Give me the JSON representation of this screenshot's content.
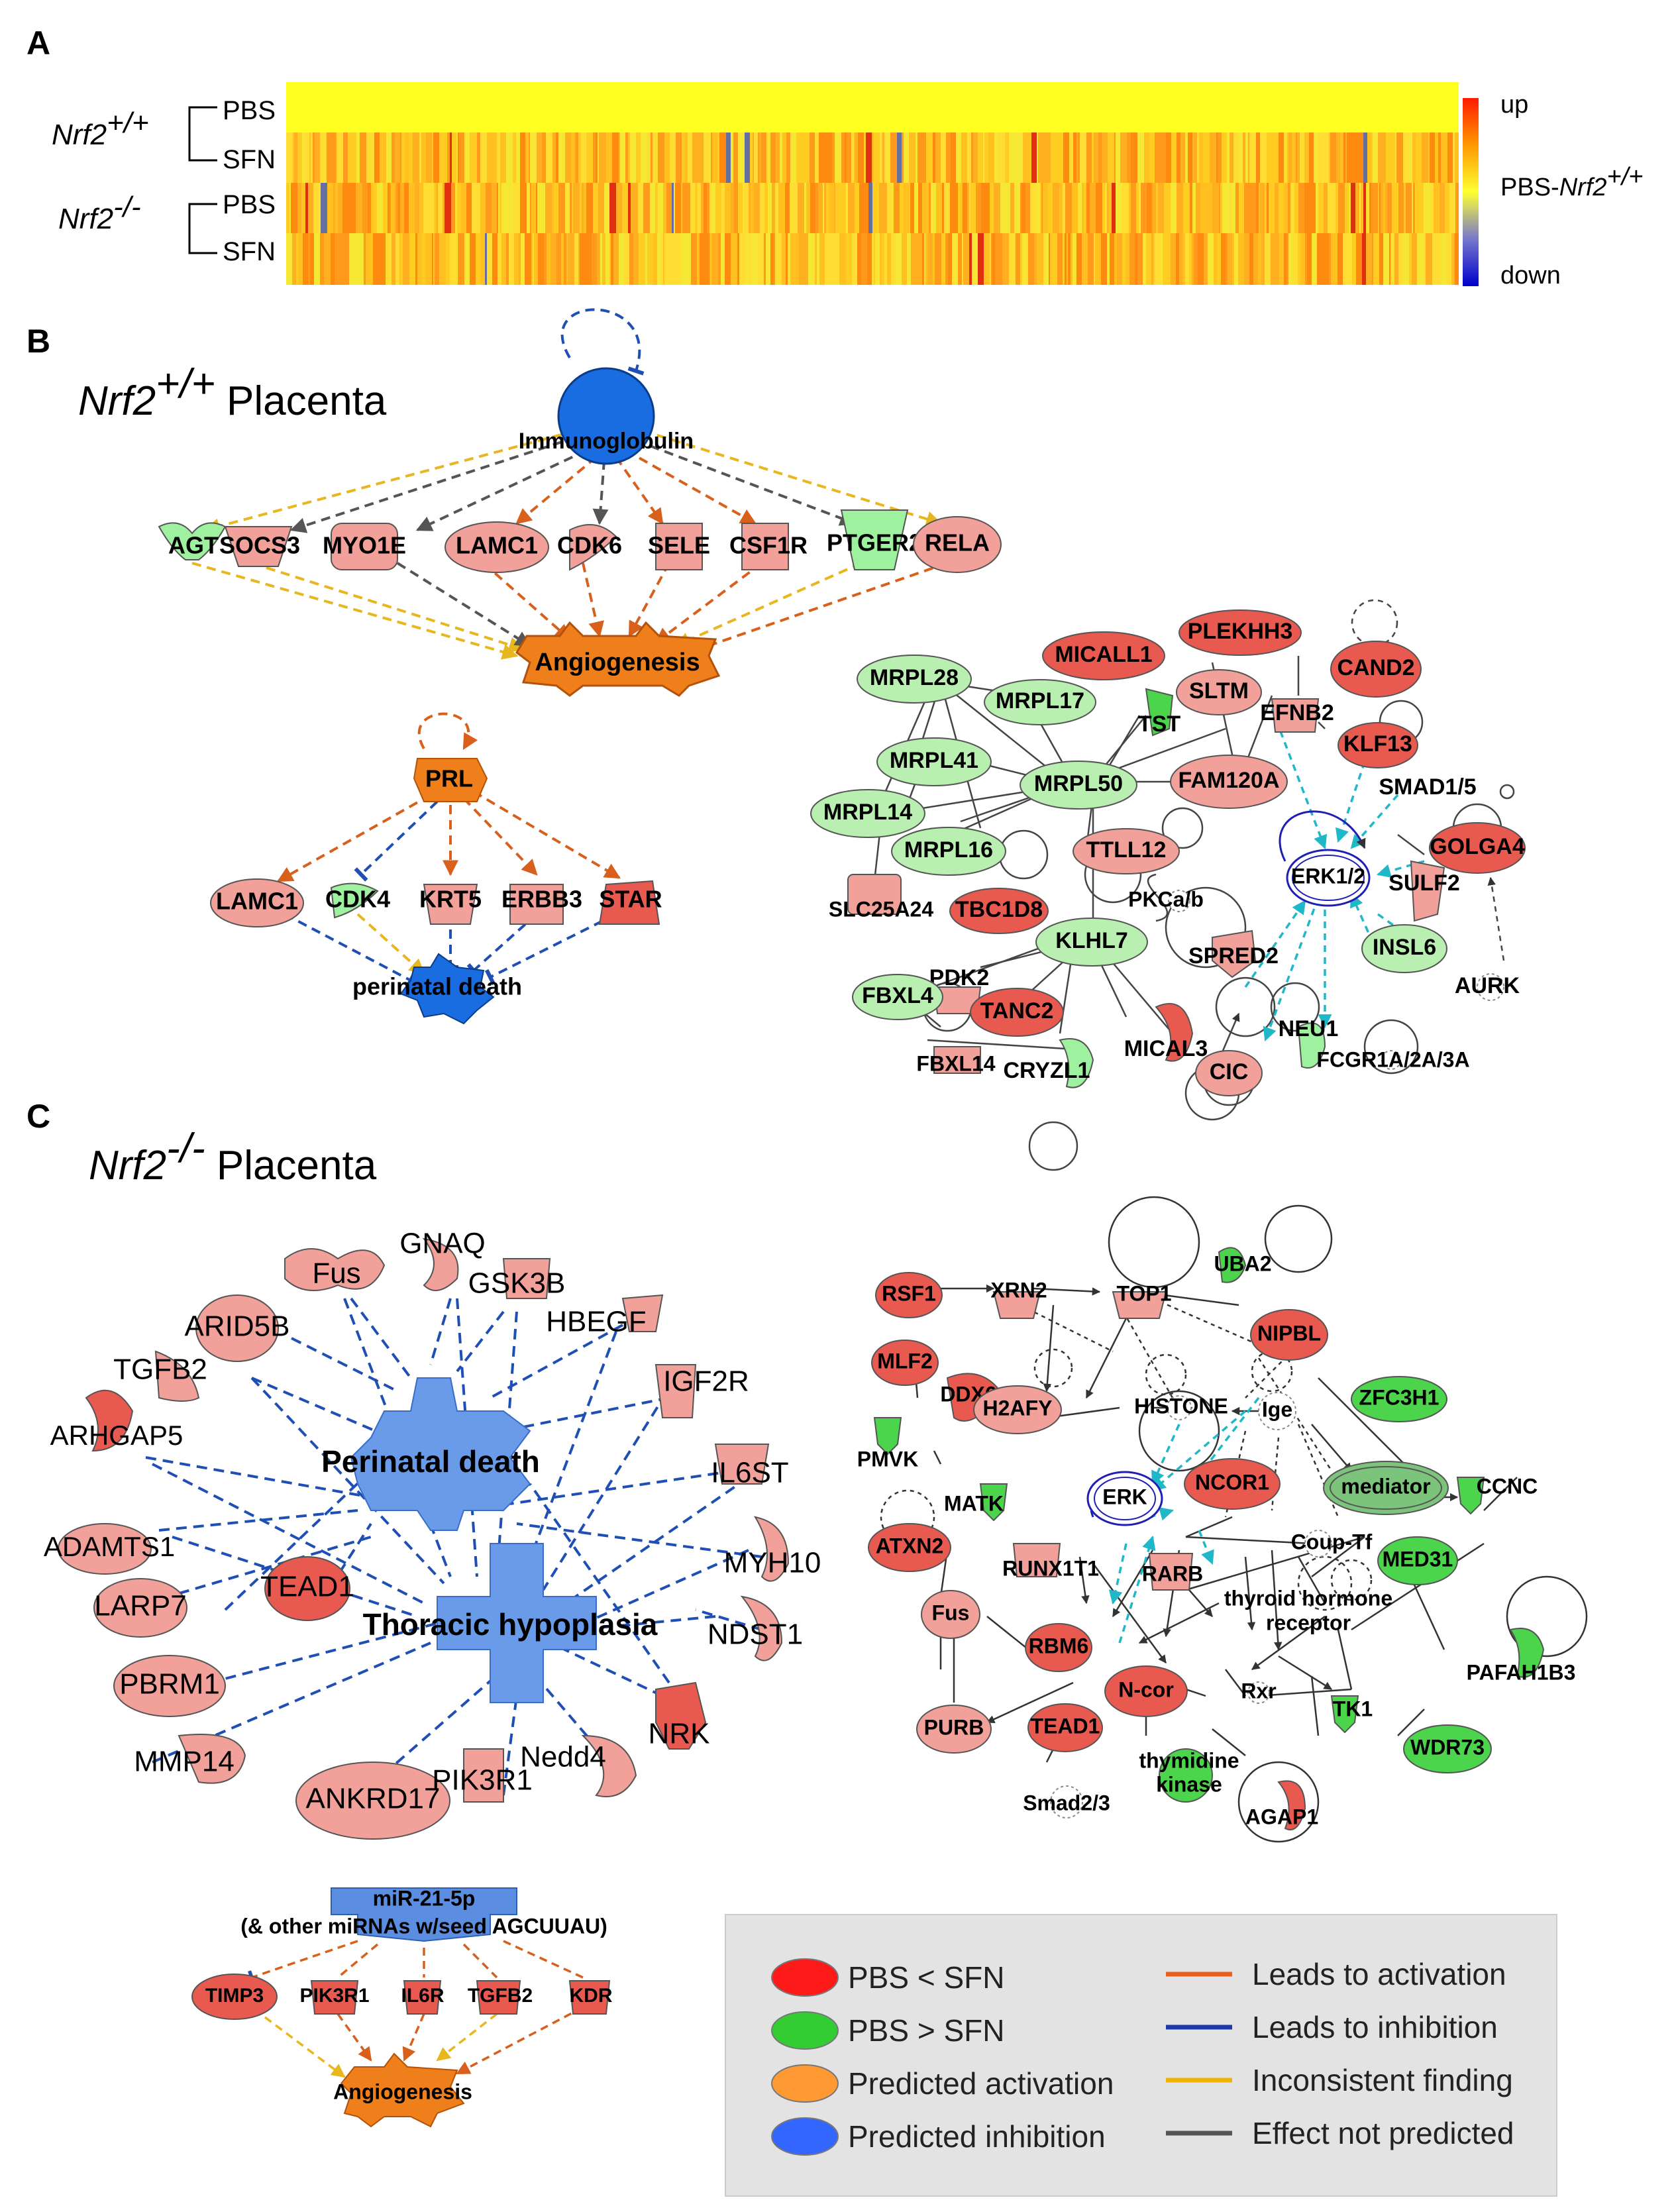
{
  "panels": {
    "a": {
      "label": "A"
    },
    "b": {
      "label": "B",
      "title": "Nrf2",
      "title_sup": "+/+",
      "title_rest": " Placenta"
    },
    "c": {
      "label": "C",
      "title": "Nrf2",
      "title_sup": "-/-",
      "title_rest": " Placenta"
    }
  },
  "heatmap": {
    "genotypes": [
      {
        "name": "Nrf2",
        "sup": "+/+"
      },
      {
        "name": "Nrf2",
        "sup": "-/-"
      }
    ],
    "rows": [
      "PBS",
      "SFN",
      "PBS",
      "SFN"
    ],
    "colorbar": {
      "top": "up",
      "middle": "PBS-",
      "middle_italic": "Nrf2",
      "middle_sup": "+/+",
      "bottom": "down"
    }
  },
  "network_b1": {
    "hub": "Immunoglobulin",
    "targets": [
      "AGT",
      "SOCS3",
      "MYO1E",
      "LAMC1",
      "CDK6",
      "SELE",
      "CSF1R",
      "PTGER2",
      "RELA"
    ],
    "outcome": "Angiogenesis"
  },
  "network_b2": {
    "hub": "PRL",
    "targets": [
      "LAMC1",
      "CDK4",
      "KRT5",
      "ERBB3",
      "STAR"
    ],
    "outcome": "perinatal death"
  },
  "network_b3": {
    "nodes": [
      "MRPL28",
      "MRPL17",
      "MICALL1",
      "PLEKHH3",
      "CAND2",
      "SLTM",
      "TST",
      "EFNB2",
      "KLF13",
      "MRPL41",
      "MRPL50",
      "FAM120A",
      "SMAD1/5",
      "MRPL14",
      "MRPL16",
      "TTLL12",
      "ERK1/2",
      "GOLGA4",
      "SLC25A24",
      "TBC1D8",
      "PKCa/b",
      "SULF2",
      "KLHL7",
      "SPRED2",
      "INSL6",
      "PDK2",
      "FBXL4",
      "TANC2",
      "AURK",
      "MICAL3",
      "NEU1",
      "FCGR1A/2A/3A",
      "FBXL14",
      "CRYZL1",
      "CIC"
    ]
  },
  "network_c1": {
    "outcomes": [
      "Perinatal death",
      "Thoracic hypoplasia"
    ],
    "targets": [
      "Fus",
      "GNAQ",
      "GSK3B",
      "ARID5B",
      "HBEGF",
      "TGFB2",
      "IGF2R",
      "ARHGAP5",
      "IL6ST",
      "ADAMTS1",
      "MYH10",
      "TEAD1",
      "LARP7",
      "NDST1",
      "PBRM1",
      "NRK",
      "MMP14",
      "Nedd4",
      "ANKRD17",
      "PIK3R1"
    ]
  },
  "network_c2": {
    "nodes": [
      "RSF1",
      "XRN2",
      "TOP1",
      "UBA2",
      "NIPBL",
      "MLF2",
      "DDX6",
      "H2AFY",
      "HISTONE",
      "Ige",
      "ZFC3H1",
      "PMVK",
      "MATK",
      "ERK",
      "NCOR1",
      "mediator",
      "CCNC",
      "ATXN2",
      "RUNX1T1",
      "RARB",
      "Coup-Tf",
      "MED31",
      "Fus",
      "thyroid hormone",
      "receptor",
      "RBM6",
      "PAFAH1B3",
      "PURB",
      "TEAD1",
      "N-cor",
      "Rxr",
      "TK1",
      "WDR73",
      "thymidine",
      "kinase",
      "Smad2/3",
      "AGAP1"
    ]
  },
  "network_c3": {
    "hub_line1": "miR-21-5p",
    "hub_line2": "(& other miRNAs w/seed AGCUUAU)",
    "targets": [
      "TIMP3",
      "PIK3R1",
      "IL6R",
      "TGFB2",
      "KDR"
    ],
    "outcome": "Angiogenesis"
  },
  "legend": {
    "left": [
      {
        "text": "PBS < SFN",
        "color": "#ff1a1a"
      },
      {
        "text": "PBS > SFN",
        "color": "#33cc33"
      },
      {
        "text": "Predicted activation",
        "color": "#ff9933"
      },
      {
        "text": "Predicted inhibition",
        "color": "#3366ff"
      }
    ],
    "right": [
      {
        "text": "Leads to activation",
        "color": "#e8601c"
      },
      {
        "text": "Leads to inhibition",
        "color": "#1f3aa8"
      },
      {
        "text": "Inconsistent finding",
        "color": "#f0b400"
      },
      {
        "text": "Effect not predicted",
        "color": "#555555"
      }
    ]
  },
  "colors": {
    "red_node": "#f2a19a",
    "deep_red_node": "#e85a50",
    "green_node": "#b9efb0",
    "bright_green_node": "#4cd44c",
    "activation_edge": "#d9601c",
    "inhibition_edge": "#1f4fb5",
    "inconsistent_edge": "#e8b71f",
    "neutral_edge": "#555555",
    "cyan_edge": "#1fb8c8",
    "outcome_orange": "#ef7f1a",
    "outcome_blue": "#1a6de0"
  }
}
